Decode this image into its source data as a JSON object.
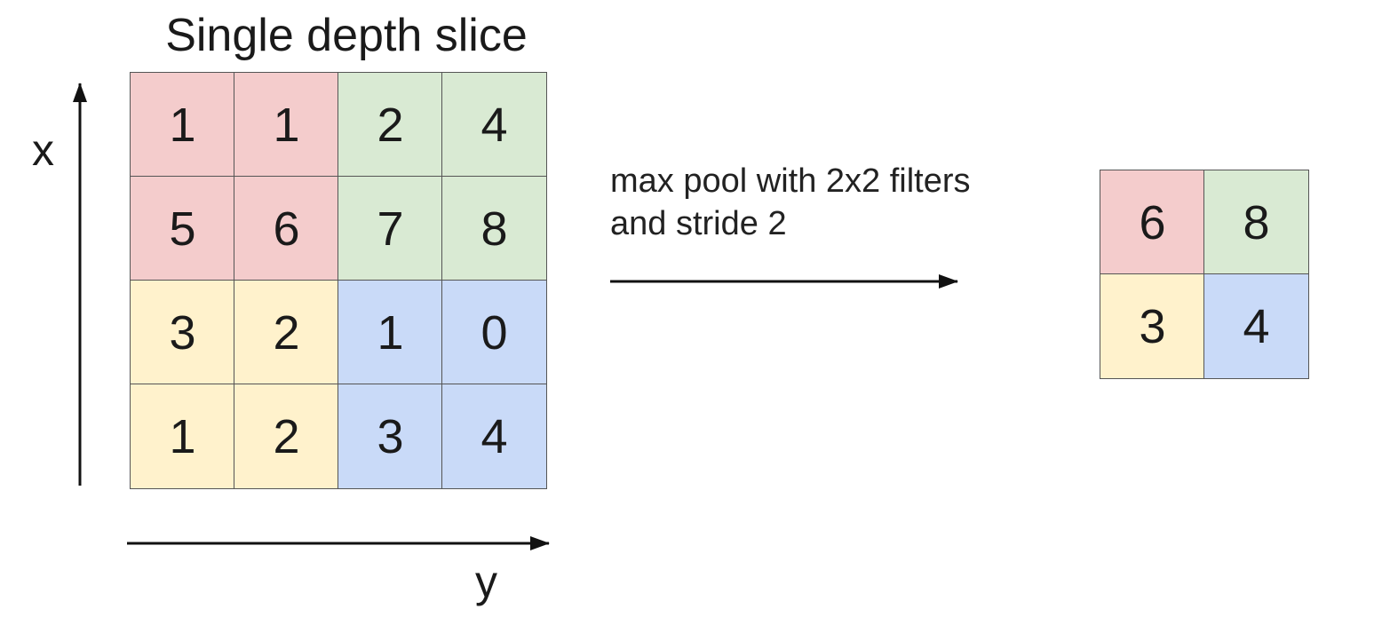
{
  "title": "Single depth slice",
  "axis_labels": {
    "x": "x",
    "y": "y"
  },
  "operation": {
    "line1": "max pool with 2x2 filters",
    "line2": "and stride 2"
  },
  "colors": {
    "red": "#f4cccc",
    "green": "#d9ead3",
    "yellow": "#fff2cc",
    "blue": "#c9daf8",
    "border": "#555555",
    "arrow": "#111111"
  },
  "input_grid": {
    "rows": [
      [
        {
          "value": "1",
          "color": "red"
        },
        {
          "value": "1",
          "color": "red"
        },
        {
          "value": "2",
          "color": "green"
        },
        {
          "value": "4",
          "color": "green"
        }
      ],
      [
        {
          "value": "5",
          "color": "red"
        },
        {
          "value": "6",
          "color": "red"
        },
        {
          "value": "7",
          "color": "green"
        },
        {
          "value": "8",
          "color": "green"
        }
      ],
      [
        {
          "value": "3",
          "color": "yellow"
        },
        {
          "value": "2",
          "color": "yellow"
        },
        {
          "value": "1",
          "color": "blue"
        },
        {
          "value": "0",
          "color": "blue"
        }
      ],
      [
        {
          "value": "1",
          "color": "yellow"
        },
        {
          "value": "2",
          "color": "yellow"
        },
        {
          "value": "3",
          "color": "blue"
        },
        {
          "value": "4",
          "color": "blue"
        }
      ]
    ]
  },
  "output_grid": {
    "rows": [
      [
        {
          "value": "6",
          "color": "red"
        },
        {
          "value": "8",
          "color": "green"
        }
      ],
      [
        {
          "value": "3",
          "color": "yellow"
        },
        {
          "value": "4",
          "color": "blue"
        }
      ]
    ]
  }
}
